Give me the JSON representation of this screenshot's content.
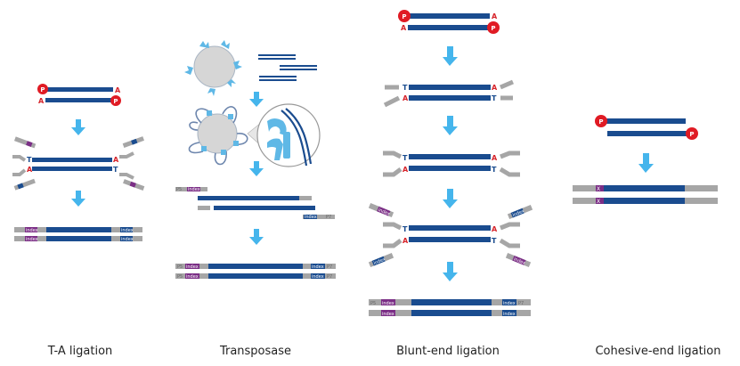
{
  "colors": {
    "dna": "#1a4c8f",
    "adapter": "#a6a6a6",
    "arrow": "#45b5ec",
    "phosphate": "#e01b24",
    "index": "#7b2e86",
    "enzyme": "#5fb8e6",
    "bead": "#d6d6d6",
    "letterA": "#d6232a",
    "letterT": "#1a4c8f"
  },
  "labels": {
    "phosphate": "P",
    "adenine": "A",
    "thymine": "T",
    "index": "index",
    "p5": "P5",
    "p7": "P7",
    "x": "X"
  },
  "captions": {
    "ta": "T-A ligation",
    "transposase": "Transposase",
    "blunt": "Blunt-end ligation",
    "cohesive": "Cohesive-end ligation"
  }
}
